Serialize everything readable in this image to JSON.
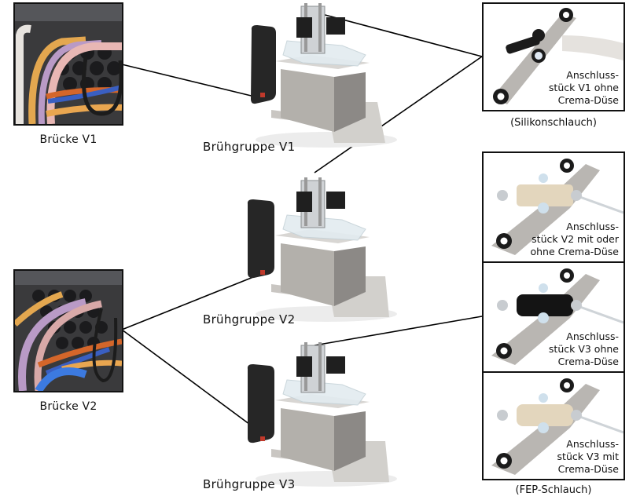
{
  "bridges": [
    {
      "label": "Brücke V1"
    },
    {
      "label": "Brücke V2"
    }
  ],
  "brew_groups": [
    {
      "label": "Brühgruppe V1"
    },
    {
      "label": "Brühgruppe V2"
    },
    {
      "label": "Brühgruppe V3"
    }
  ],
  "connectors": [
    {
      "label_lines": [
        "Anschluss-",
        "stück V1 ohne",
        "Crema-Düse"
      ],
      "body_color": "#1a1a1a"
    },
    {
      "label_lines": [
        "Anschluss-",
        "stück V2 mit oder",
        "ohne Crema-Düse"
      ],
      "body_color": "#e3d6bd"
    },
    {
      "label_lines": [
        "Anschluss-",
        "stück V3 ohne",
        "Crema-Düse"
      ],
      "body_color": "#141414"
    },
    {
      "label_lines": [
        "Anschluss-",
        "stück V3 mit",
        "Crema-Düse"
      ],
      "body_color": "#e3d6bd"
    }
  ],
  "hose_notes": {
    "silicone": "(Silikonschlauch)",
    "fep": "(FEP-Schlauch)"
  },
  "colors": {
    "line": "#000000",
    "frame": "#111111",
    "steel": "#b8b5b0",
    "housing": "#2a2a2a"
  }
}
